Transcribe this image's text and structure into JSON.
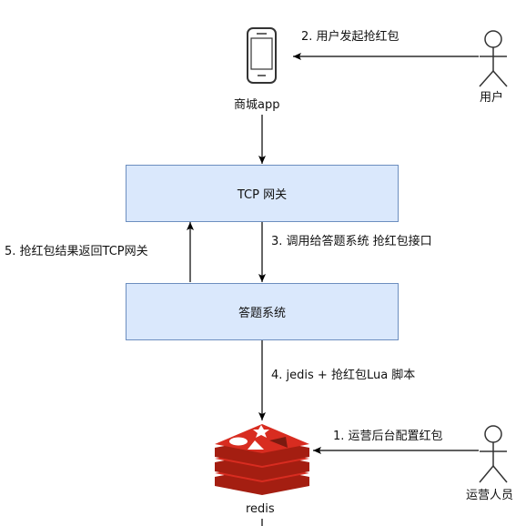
{
  "nodes": {
    "phone_label": "商城app",
    "user_label": "用户",
    "tcp_gateway": "TCP 网关",
    "answer_system": "答题系统",
    "redis_label": "redis",
    "operator_label": "运营人员"
  },
  "edges": {
    "step2": "2.  用户发起抢红包",
    "step3": "3. 调用给答题系统 抢红包接口",
    "step5": "5.  抢红包结果返回TCP网关",
    "step4": "4. jedis + 抢红包Lua 脚本",
    "step1": "1.  运营后台配置红包"
  },
  "colors": {
    "box_fill": "#dae8fc",
    "box_stroke": "#6c8ebf",
    "redis_red": "#d82c20",
    "redis_dark": "#a41e11"
  }
}
